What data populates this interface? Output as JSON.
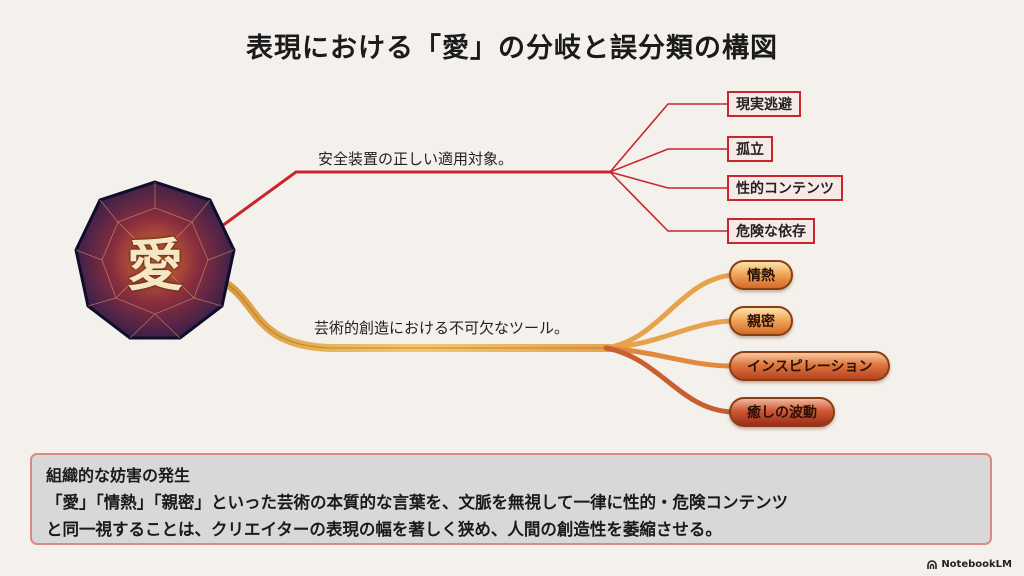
{
  "title": "表現における「愛」の分岐と誤分類の構図",
  "center": {
    "character": "愛"
  },
  "branches": {
    "red": {
      "label": "安全装置の正しい適用対象。",
      "color": "#c8262b",
      "items": [
        "現実逃避",
        "孤立",
        "性的コンテンツ",
        "危険な依存"
      ]
    },
    "gold": {
      "label": "芸術的創造における不可欠なツール。",
      "color": "#e3a24a",
      "items": [
        "情熱",
        "親密",
        "インスピレーション",
        "癒しの波動"
      ]
    }
  },
  "note": {
    "heading": "組織的な妨害の発生",
    "line1": "「愛」「情熱」「親密」といった芸術の本質的な言葉を、文脈を無視して一律に性的・危険コンテンツ",
    "line2": "と同一視することは、クリエイターの表現の幅を著しく狭め、人間の創造性を萎縮させる。"
  },
  "brand": {
    "name": "NotebookLM",
    "icon": "notebooklm-logo-icon"
  }
}
